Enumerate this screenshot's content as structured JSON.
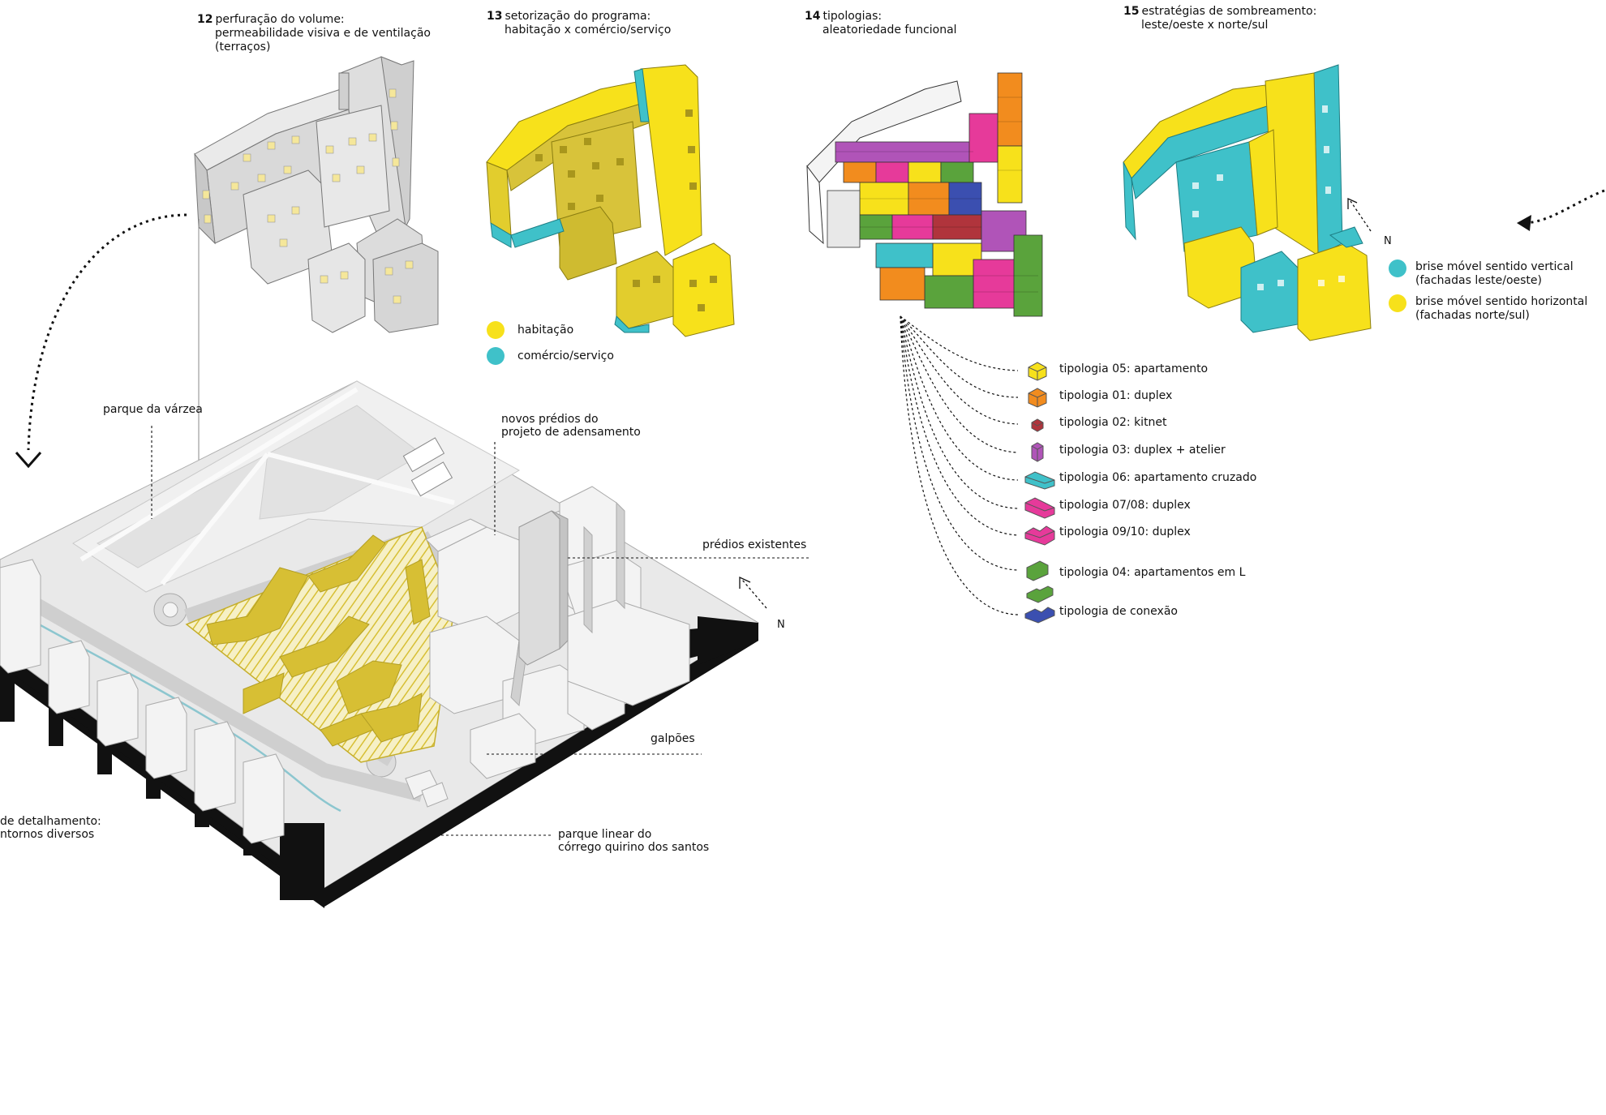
{
  "steps": [
    {
      "num": "12",
      "line1": "perfuração do volume:",
      "line2": "permeabilidade visiva e de ventilação",
      "line3": "(terraços)"
    },
    {
      "num": "13",
      "line1": "setorização do programa:",
      "line2": "habitação x comércio/serviço",
      "line3": ""
    },
    {
      "num": "14",
      "line1": "tipologias:",
      "line2": "aleatoriedade funcional",
      "line3": ""
    },
    {
      "num": "15",
      "line1": "estratégias de sombreamento:",
      "line2": "leste/oeste x norte/sul",
      "line3": ""
    }
  ],
  "program_legend": [
    {
      "label": "habitação",
      "color": "#f7e11b"
    },
    {
      "label": "comércio/serviço",
      "color": "#3fc1c9"
    }
  ],
  "shading_legend": [
    {
      "line1": "brise móvel sentido vertical",
      "line2": "(fachadas leste/oeste)",
      "color": "#3fc1c9"
    },
    {
      "line1": "brise móvel sentido horizontal",
      "line2": "(fachadas norte/sul)",
      "color": "#f7e11b"
    }
  ],
  "typologies": [
    {
      "label": "tipologia 05: apartamento",
      "color": "#f7e11b",
      "icon": "cube-icon"
    },
    {
      "label": "tipologia 01: duplex",
      "color": "#f28c1e",
      "icon": "cube-icon"
    },
    {
      "label": "tipologia 02: kitnet",
      "color": "#b0343c",
      "icon": "small-block-icon"
    },
    {
      "label": "tipologia 03: duplex + atelier",
      "color": "#b054b8",
      "icon": "tall-block-icon"
    },
    {
      "label": "tipologia 06: apartamento cruzado",
      "color": "#3fc1c9",
      "icon": "long-block-icon"
    },
    {
      "label": "tipologia 07/08: duplex",
      "color": "#e63a9a",
      "icon": "stepped-block-icon"
    },
    {
      "label": "tipologia 09/10: duplex",
      "color": "#e63a9a",
      "icon": "stepped-block-icon"
    },
    {
      "label": "tipologia 04: apartamentos em L",
      "color": "#5aa33c",
      "icon": "l-block-icon"
    },
    {
      "label": "tipologia de conexão",
      "color": "#3b4fb0",
      "icon": "connector-block-icon"
    }
  ],
  "site_labels": {
    "parque": "parque da várzea",
    "novos_line1": "novos prédios do",
    "novos_line2": "projeto de adensamento",
    "existentes": "prédios existentes",
    "galpoes": "galpões",
    "linear_line1": "parque linear do",
    "linear_line2": "córrego quirino dos santos",
    "detalhe_line1": "de detalhamento:",
    "detalhe_line2": "ntornos diversos"
  },
  "north_label": "N",
  "north_label_site": "N",
  "colors": {
    "yellow": "#f7e11b",
    "cyan": "#3fc1c9",
    "mustard": "#d7bf34",
    "orange": "#f28c1e",
    "magenta": "#e63a9a",
    "purple": "#b054b8",
    "green": "#5aa33c",
    "blue": "#3b4fb0",
    "red": "#b0343c"
  }
}
